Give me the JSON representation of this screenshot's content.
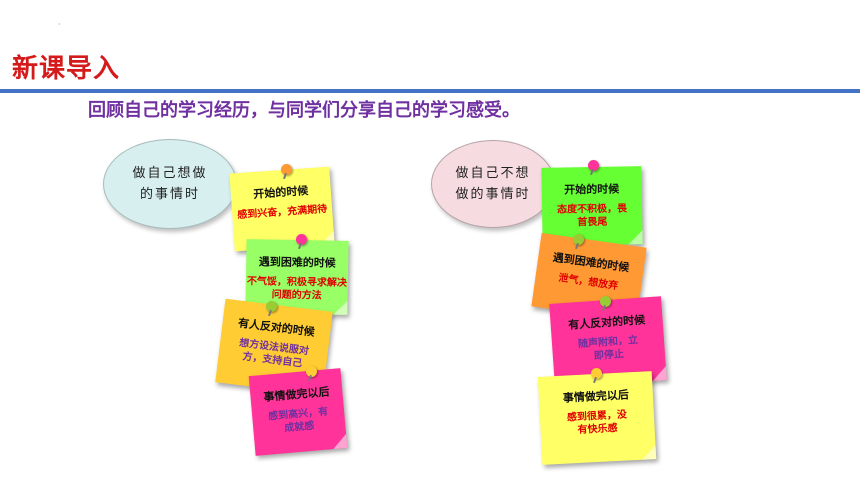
{
  "header": {
    "title": "新课导入",
    "subtitle": "回顾自己的学习经历，与同学们分享自己的学习感受。"
  },
  "left": {
    "bubble": "做自己想做的事情时",
    "notes": [
      {
        "head": "开始的时候",
        "body": "感到兴奋，充满期待",
        "color": "#ffff66"
      },
      {
        "head": "遇到困难的时候",
        "body": "不气馁，积极寻求解决问题的方法",
        "color": "#99ff66"
      },
      {
        "head": "有人反对的时候",
        "body": "想方设法说服对方，支持自己",
        "color": "#ffcc33"
      },
      {
        "head": "事情做完以后",
        "body": "感到高兴，有成就感",
        "color": "#ff3399"
      }
    ]
  },
  "right": {
    "bubble": "做自己不想做的事情时",
    "notes": [
      {
        "head": "开始的时候",
        "body": "态度不积极，畏首畏尾",
        "color": "#66ff33"
      },
      {
        "head": "遇到困难的时候",
        "body": "泄气，想放弃",
        "color": "#ff9933"
      },
      {
        "head": "有人反对的时候",
        "body": "随声附和，立即停止",
        "color": "#ff3399"
      },
      {
        "head": "事情做完以后",
        "body": "感到很累，没有快乐感",
        "color": "#ffff66"
      }
    ]
  },
  "colors": {
    "title": "#d41a1a",
    "rule": "#4472c4",
    "subtitle": "#7030a0",
    "note_text_red": "#e00000",
    "note_text_purple": "#7030a0"
  }
}
